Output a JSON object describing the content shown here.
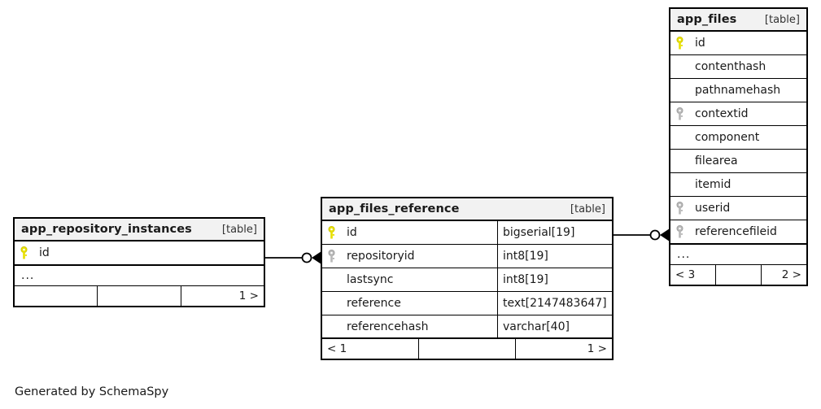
{
  "diagram": {
    "caption": "Generated by SchemaSpy",
    "type_label": "[table]",
    "ellipsis": "...",
    "icons": {
      "primary_key": "yellow-key-icon",
      "foreign_key": "gray-key-icon",
      "relationship_endpoint": "crowsfoot-optional-icon"
    },
    "colors": {
      "primary_key_icon": "#e8e000",
      "foreign_key_icon": "#b3b3b3",
      "header_background": "#f2f2f2",
      "border": "#000000",
      "background": "#ffffff",
      "text": "#1a1a1a"
    }
  },
  "tables": [
    {
      "id": "app_repository_instances",
      "name": "app_repository_instances",
      "type_label": "[table]",
      "has_type_column": false,
      "columns": [
        {
          "name": "id",
          "key": "primary",
          "type": ""
        }
      ],
      "ellipsis": "...",
      "footer": {
        "left": "",
        "middle": "",
        "right": "1 >"
      }
    },
    {
      "id": "app_files_reference",
      "name": "app_files_reference",
      "type_label": "[table]",
      "has_type_column": true,
      "columns": [
        {
          "name": "id",
          "key": "primary",
          "type": "bigserial[19]"
        },
        {
          "name": "repositoryid",
          "key": "foreign",
          "type": "int8[19]"
        },
        {
          "name": "lastsync",
          "key": "none",
          "type": "int8[19]"
        },
        {
          "name": "reference",
          "key": "none",
          "type": "text[2147483647]"
        },
        {
          "name": "referencehash",
          "key": "none",
          "type": "varchar[40]"
        }
      ],
      "footer": {
        "left": "< 1",
        "middle": "",
        "right": "1 >"
      }
    },
    {
      "id": "app_files",
      "name": "app_files",
      "type_label": "[table]",
      "has_type_column": false,
      "columns": [
        {
          "name": "id",
          "key": "primary",
          "type": ""
        },
        {
          "name": "contenthash",
          "key": "none",
          "type": ""
        },
        {
          "name": "pathnamehash",
          "key": "none",
          "type": ""
        },
        {
          "name": "contextid",
          "key": "foreign",
          "type": ""
        },
        {
          "name": "component",
          "key": "none",
          "type": ""
        },
        {
          "name": "filearea",
          "key": "none",
          "type": ""
        },
        {
          "name": "itemid",
          "key": "none",
          "type": ""
        },
        {
          "name": "userid",
          "key": "foreign",
          "type": ""
        },
        {
          "name": "referencefileid",
          "key": "foreign",
          "type": ""
        }
      ],
      "ellipsis": "...",
      "footer": {
        "left": "< 3",
        "middle": "",
        "right": "2 >"
      }
    }
  ],
  "relationships": [
    {
      "id": "rel-repoinstances-to-filesreference",
      "from_table": "app_repository_instances",
      "from_column": "id",
      "to_table": "app_files_reference",
      "to_column": "repositoryid"
    },
    {
      "id": "rel-filesreference-to-appfiles",
      "from_table": "app_files_reference",
      "from_column": "id",
      "to_table": "app_files",
      "to_column": "referencefileid"
    }
  ]
}
